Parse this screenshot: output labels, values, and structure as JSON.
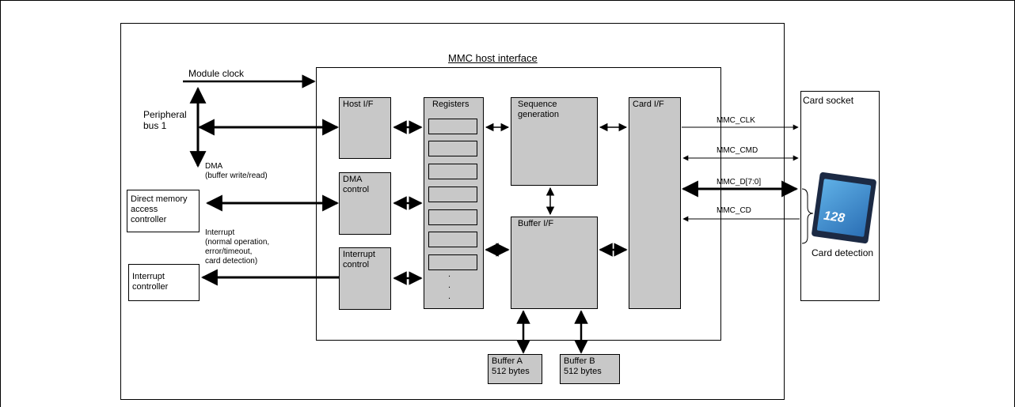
{
  "diagram": {
    "title": "MMC host interface",
    "module_clock": "Module clock",
    "peripheral_bus": "Peripheral\nbus 1",
    "dma_label": "DMA\n(buffer write/read)",
    "interrupt_label": "Interrupt\n(normal operation,\nerror/timeout,\ncard detection)",
    "blocks": {
      "host_if": "Host I/F",
      "dma_control": "DMA\ncontrol",
      "interrupt_control": "Interrupt\ncontrol",
      "registers": "Registers",
      "registers_dots": ".\n.\n.",
      "sequence_generation": "Sequence\ngeneration",
      "buffer_if": "Buffer I/F",
      "card_if": "Card I/F",
      "buffer_a": "Buffer A\n512 bytes",
      "buffer_b": "Buffer B\n512 bytes"
    },
    "external": {
      "dmac": "Direct memory\naccess\ncontroller",
      "intc": "Interrupt\ncontroller",
      "card_socket": "Card socket",
      "card_detection": "Card detection",
      "card_capacity": "128"
    },
    "signals": {
      "clk": "MMC_CLK",
      "cmd": "MMC_CMD",
      "data": "MMC_D[7:0]",
      "cd": "MMC_CD"
    }
  }
}
